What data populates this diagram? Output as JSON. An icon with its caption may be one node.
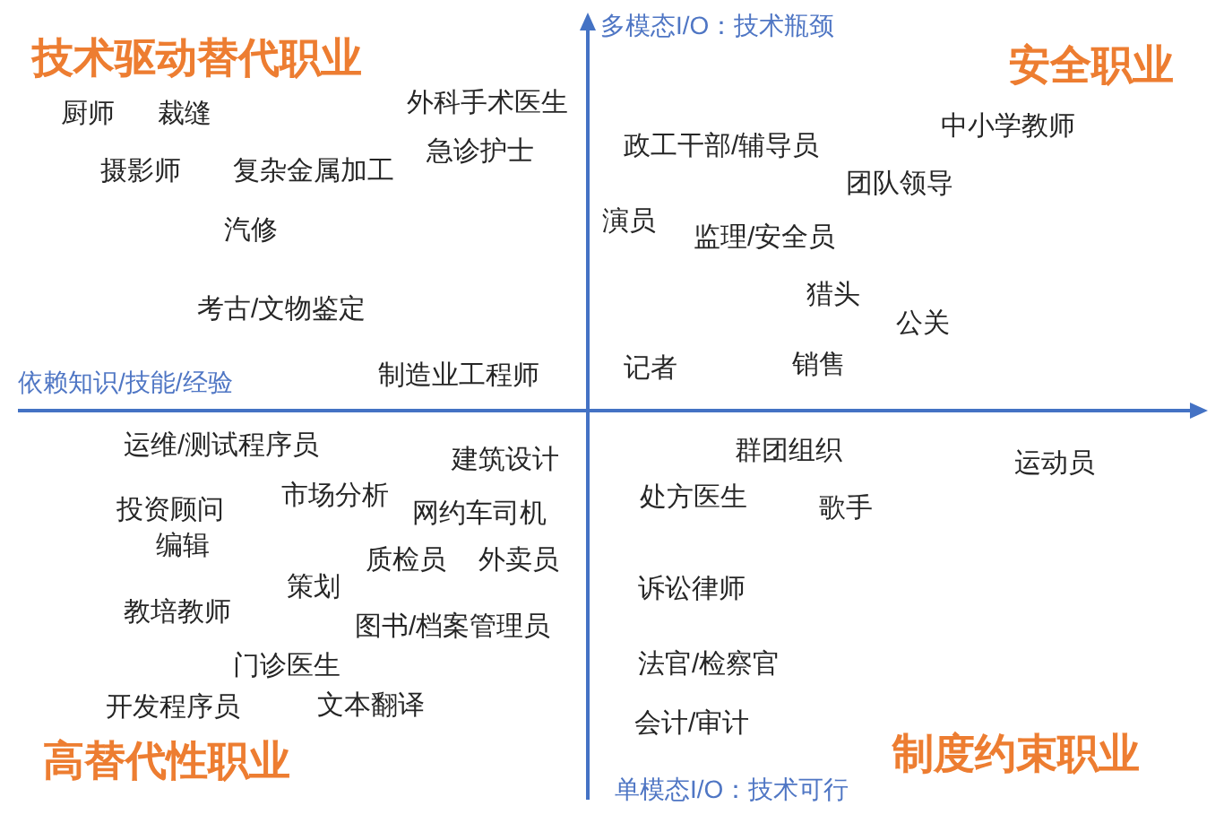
{
  "diagram": {
    "labels": [
      "技术驱动替代职业",
      "多模态I/O：技术瓶颈",
      "安全职业",
      "厨师",
      "裁缝",
      "外科手术医生",
      "中小学教师",
      "急诊护士",
      "政工干部/辅导员",
      "摄影师",
      "复杂金属加工",
      "团队领导",
      "汽修",
      "演员",
      "监理/安全员",
      "猎头",
      "考古/文物鉴定",
      "公关",
      "依赖知识/技能/经验",
      "制造业工程师",
      "记者",
      "销售",
      "运维/测试程序员",
      "建筑设计",
      "群团组织",
      "运动员",
      "市场分析",
      "投资顾问",
      "网约车司机",
      "处方医生",
      "歌手",
      "编辑",
      "质检员",
      "外卖员",
      "策划",
      "诉讼律师",
      "教培教师",
      "图书/档案管理员",
      "门诊医生",
      "法官/检察官",
      "开发程序员",
      "文本翻译",
      "会计/审计",
      "高替代性职业",
      "制度约束职业",
      "单模态I/O：技术可行"
    ]
  }
}
